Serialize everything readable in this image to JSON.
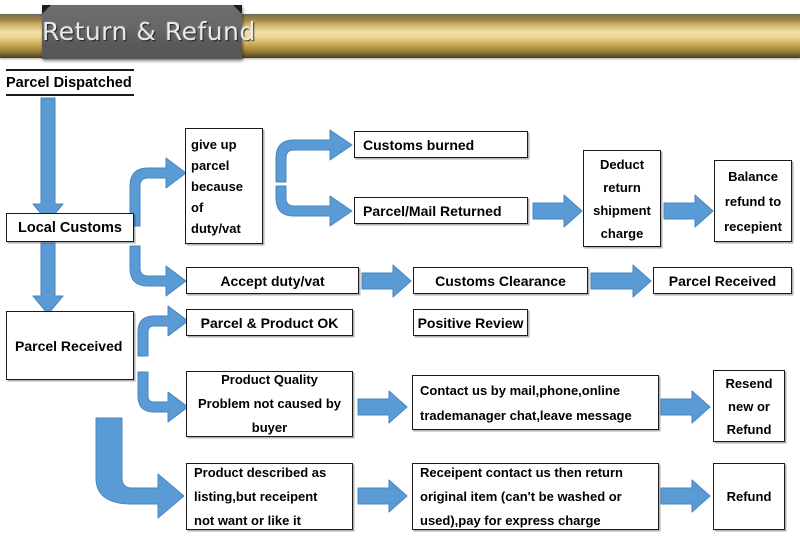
{
  "header": {
    "title": "Return & Refund",
    "bar_color_top": "#3b2f1a",
    "bar_color_mid": "#f2e1a6",
    "bar_color_bottom": "#4a3c1c",
    "ribbon_color": "#5f5f5f",
    "ribbon_text_color": "#e9e9e9"
  },
  "theme": {
    "arrow_fill": "#5b9bd5",
    "arrow_stroke": "#4a86bd",
    "node_border": "#1a1a1a",
    "node_fill": "#ffffff",
    "text_color": "#000000"
  },
  "flow": {
    "start": {
      "label": "Parcel Dispatched"
    },
    "nodes": [
      {
        "id": "local-customs",
        "label": "Local Customs"
      },
      {
        "id": "give-up-parcel",
        "lines": [
          "give up",
          "parcel",
          "because",
          "of",
          "duty/vat"
        ]
      },
      {
        "id": "customs-burned",
        "label": "Customs burned"
      },
      {
        "id": "parcel-mail-returned",
        "label": "Parcel/Mail Returned"
      },
      {
        "id": "deduct-return-charge",
        "lines": [
          "Deduct",
          "return",
          "shipment",
          "charge"
        ]
      },
      {
        "id": "balance-refund",
        "lines": [
          "Balance",
          "refund to",
          "recepient"
        ]
      },
      {
        "id": "accept-duty-vat",
        "label": "Accept duty/vat"
      },
      {
        "id": "customs-clearance",
        "label": "Customs Clearance"
      },
      {
        "id": "parcel-received-right",
        "label": "Parcel Received"
      },
      {
        "id": "parcel-received-left",
        "label": "Parcel Received"
      },
      {
        "id": "parcel-product-ok",
        "label": "Parcel & Product OK"
      },
      {
        "id": "positive-review",
        "label": "Positive Review"
      },
      {
        "id": "product-quality",
        "lines": [
          "Product Quality",
          "Problem not caused by",
          "buyer"
        ]
      },
      {
        "id": "contact-us",
        "lines": [
          "Contact us by mail,phone,online",
          "trademanager chat,leave message"
        ]
      },
      {
        "id": "resend-refund",
        "lines": [
          "Resend",
          "new or",
          "Refund"
        ]
      },
      {
        "id": "product-described",
        "lines": [
          "Product described as",
          "listing,but receipent",
          "not want or like it"
        ]
      },
      {
        "id": "receipent-contact",
        "lines": [
          "Receipent contact us then return",
          "original item (can't be washed or",
          "used),pay for express charge"
        ]
      },
      {
        "id": "refund",
        "label": "Refund"
      }
    ]
  }
}
